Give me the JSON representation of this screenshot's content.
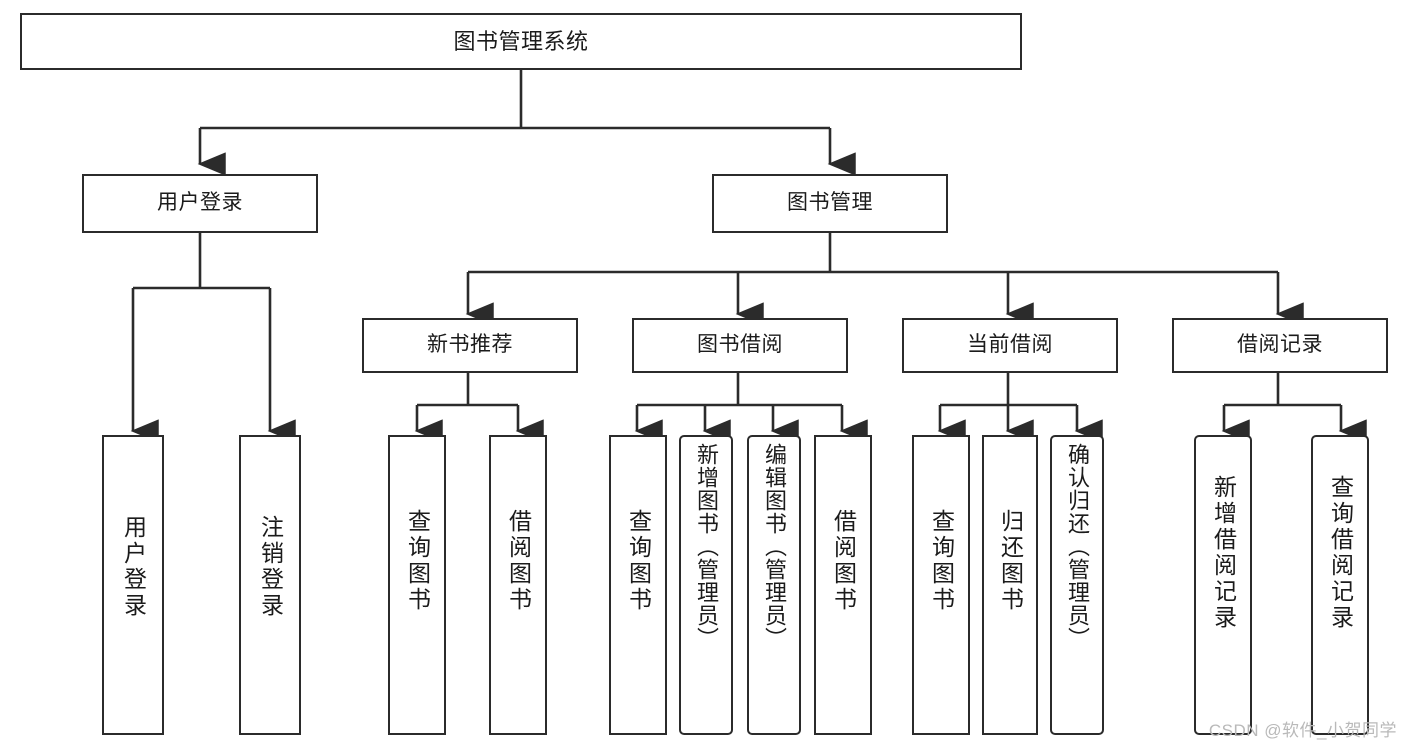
{
  "diagram": {
    "title": "图书管理系统",
    "type": "tree-hierarchy",
    "root": {
      "label": "图书管理系统"
    },
    "level2": [
      {
        "label": "用户登录"
      },
      {
        "label": "图书管理"
      }
    ],
    "level3": [
      {
        "label": "新书推荐"
      },
      {
        "label": "图书借阅"
      },
      {
        "label": "当前借阅"
      },
      {
        "label": "借阅记录"
      }
    ],
    "leaves": {
      "user_login": [
        {
          "label": "用户登录"
        },
        {
          "label": "注销登录"
        }
      ],
      "new_book_recommend": [
        {
          "label": "查询图书"
        },
        {
          "label": "借阅图书"
        }
      ],
      "book_borrow": [
        {
          "label": "查询图书"
        },
        {
          "label": "新增图书（管理员）"
        },
        {
          "label": "编辑图书（管理员）"
        },
        {
          "label": "借阅图书"
        }
      ],
      "current_borrow": [
        {
          "label": "查询图书"
        },
        {
          "label": "归还图书"
        },
        {
          "label": "确认归还（管理员）"
        }
      ],
      "borrow_record": [
        {
          "label": "新增借阅记录"
        },
        {
          "label": "查询借阅记录"
        }
      ]
    }
  },
  "watermark": {
    "text": "CSDN @软件_小贺同学"
  },
  "colors": {
    "stroke": "#2b2b2b",
    "fill": "#ffffff",
    "text": "#1b1b1b",
    "watermark": "#b9b9b9"
  }
}
